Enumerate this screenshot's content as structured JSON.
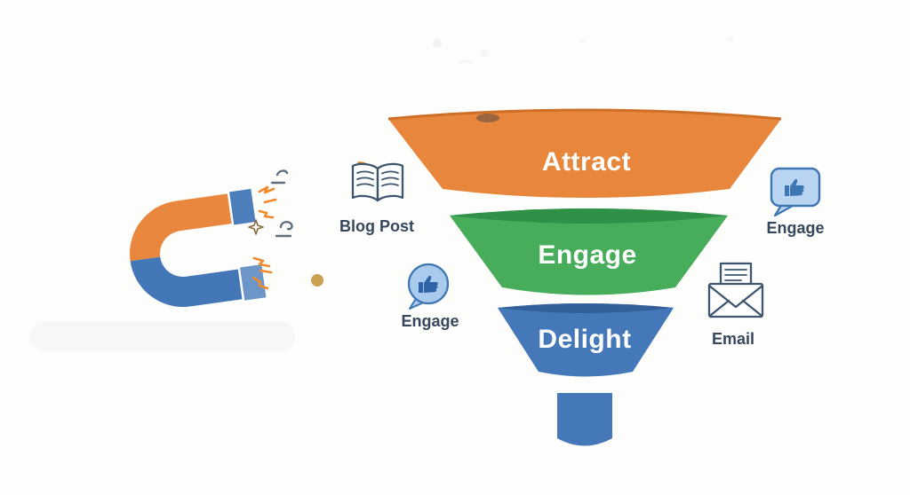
{
  "diagram": {
    "type": "inbound-marketing-funnel",
    "funnel": {
      "stages": [
        {
          "label": "Attract",
          "color": "#E8873C",
          "rim_color": "#CE6F27"
        },
        {
          "label": "Engage",
          "color": "#47AD5B",
          "rim_color": "#2E9147"
        },
        {
          "label": "Delight",
          "color": "#4478B8",
          "rim_color": "#335F9B"
        }
      ],
      "spout_color": "#4478B8",
      "stage_text_color": "#FFFFFF"
    },
    "annotations": [
      {
        "label": "Blog Post",
        "icon": "open-book-icon"
      },
      {
        "label": "Engage",
        "icon": "thumbs-up-bubble-icon"
      },
      {
        "label": "Engage",
        "icon": "thumbs-up-bubble-icon"
      },
      {
        "label": "Email",
        "icon": "email-letter-icon"
      }
    ],
    "magnet": {
      "icon": "magnet-icon",
      "top_color": "#E8873D",
      "bottom_color": "#4377B7",
      "tip_top_color": "#4C7FBC",
      "tip_bottom_color": "#6C95C8"
    },
    "accents": {
      "label_color": "#36475C",
      "spark_color": "#F08A2C",
      "motion_color": "#5E6F80",
      "bubble_fill": "#B9D5F2",
      "bubble_stroke": "#3E76B4",
      "outline_color": "#3D566E",
      "gold_dot_color": "#C8A050"
    }
  }
}
